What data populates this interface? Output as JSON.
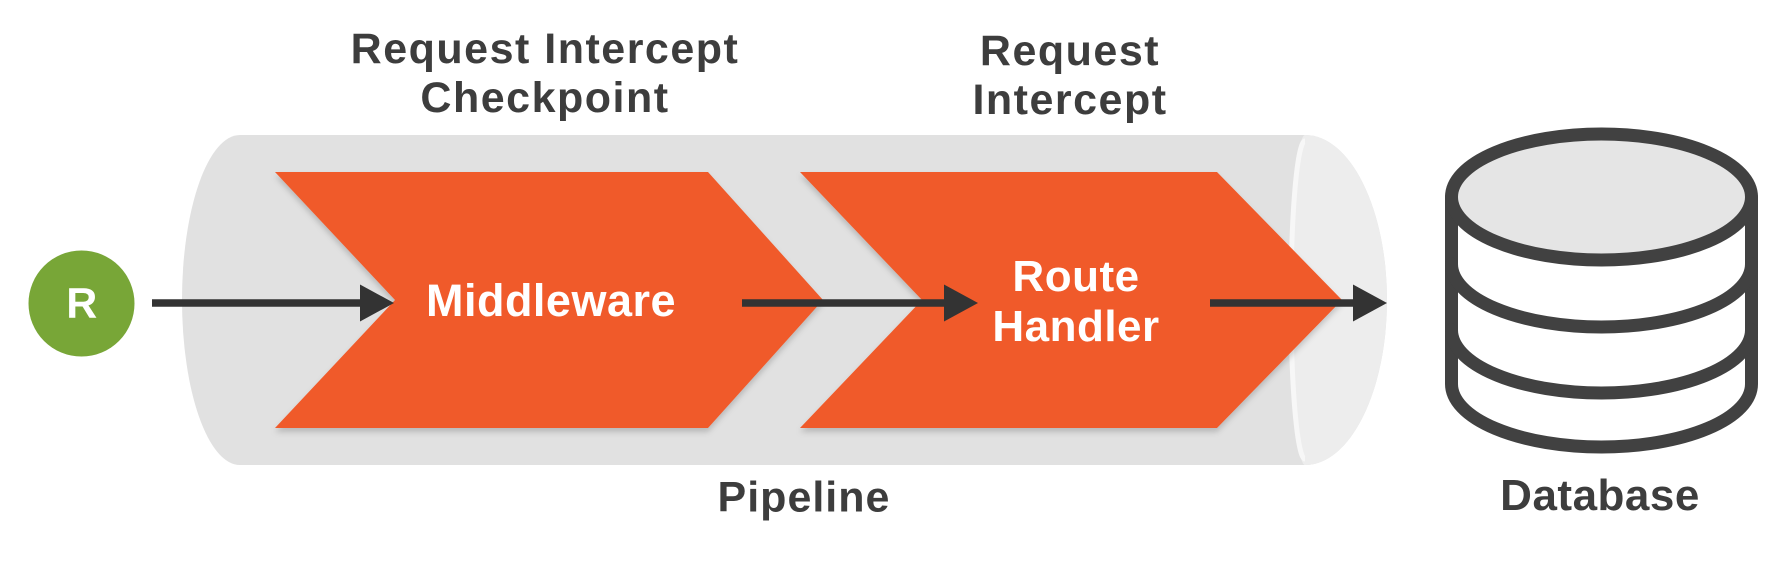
{
  "colors": {
    "chevron_orange": "#f05a29",
    "request_green": "#78a637",
    "cylinder_body_gray": "#e1e1e1",
    "cylinder_cap_gray": "#ededed",
    "arrow_dark": "#333333",
    "heading_text": "#3d3d3d",
    "chevron_label_text": "#ffffff",
    "database_stroke": "#414141",
    "database_top_fill": "#e5e5e5"
  },
  "request_node": {
    "label": "R"
  },
  "captions": {
    "checkpoint": {
      "line1": "Request Intercept",
      "line2": "Checkpoint"
    },
    "intercept": {
      "line1": "Request",
      "line2": "Intercept"
    }
  },
  "pipeline": {
    "label": "Pipeline",
    "middleware": {
      "label": "Middleware"
    },
    "route_handler": {
      "line1": "Route",
      "line2": "Handler"
    }
  },
  "database": {
    "label": "Database"
  }
}
